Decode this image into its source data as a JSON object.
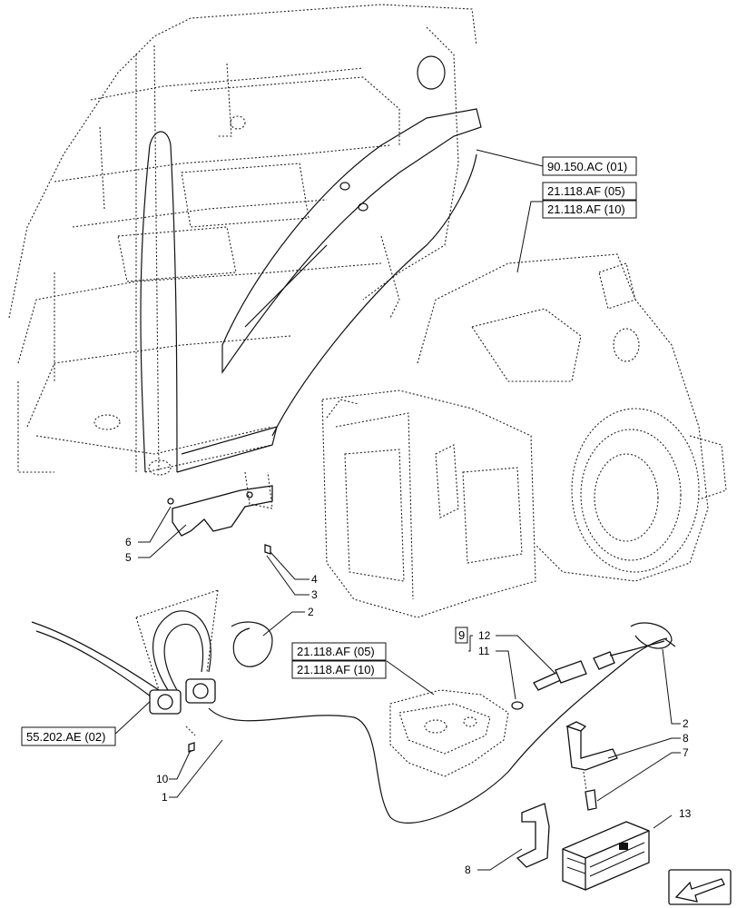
{
  "references": {
    "ref_90_150_ac_01": "90.150.AC (01)",
    "ref_21_118_af_05_top": "21.118.AF (05)",
    "ref_21_118_af_10_top": "21.118.AF (10)",
    "ref_21_118_af_05_mid": "21.118.AF (05)",
    "ref_21_118_af_10_mid": "21.118.AF (10)",
    "ref_55_202_ae_02": "55.202.AE (02)",
    "kit_9": "9"
  },
  "callouts": {
    "c1": "1",
    "c2a": "2",
    "c2b": "2",
    "c3": "3",
    "c4": "4",
    "c5": "5",
    "c6": "6",
    "c7": "7",
    "c8a": "8",
    "c8b": "8",
    "c10": "10",
    "c11": "11",
    "c12": "12",
    "c13": "13"
  },
  "nav": {
    "icon": "arrow-left-down-icon"
  }
}
